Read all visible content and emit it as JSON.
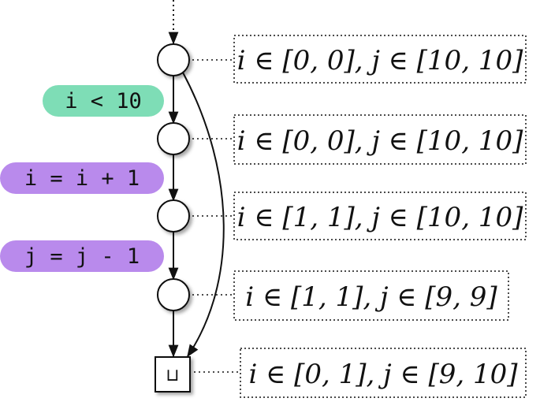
{
  "diagram": {
    "nodes": [
      {
        "id": "n0",
        "shape": "circle"
      },
      {
        "id": "n1",
        "shape": "circle"
      },
      {
        "id": "n2",
        "shape": "circle"
      },
      {
        "id": "n3",
        "shape": "circle"
      },
      {
        "id": "join",
        "shape": "square",
        "symbol": "⊔"
      }
    ],
    "edge_labels": [
      {
        "text": "i < 10",
        "color": "#7EDDB6"
      },
      {
        "text": "i = i + 1",
        "color": "#B98AEC"
      },
      {
        "text": "j = j - 1",
        "color": "#B98AEC"
      }
    ],
    "annotations": [
      "i ∈ [0, 0], j ∈ [10, 10]",
      "i ∈ [0, 0], j ∈ [10, 10]",
      "i ∈ [1, 1], j ∈ [10, 10]",
      "i ∈ [1, 1], j ∈ [9, 9]",
      "i ∈ [0, 1], j ∈ [9, 10]"
    ]
  }
}
